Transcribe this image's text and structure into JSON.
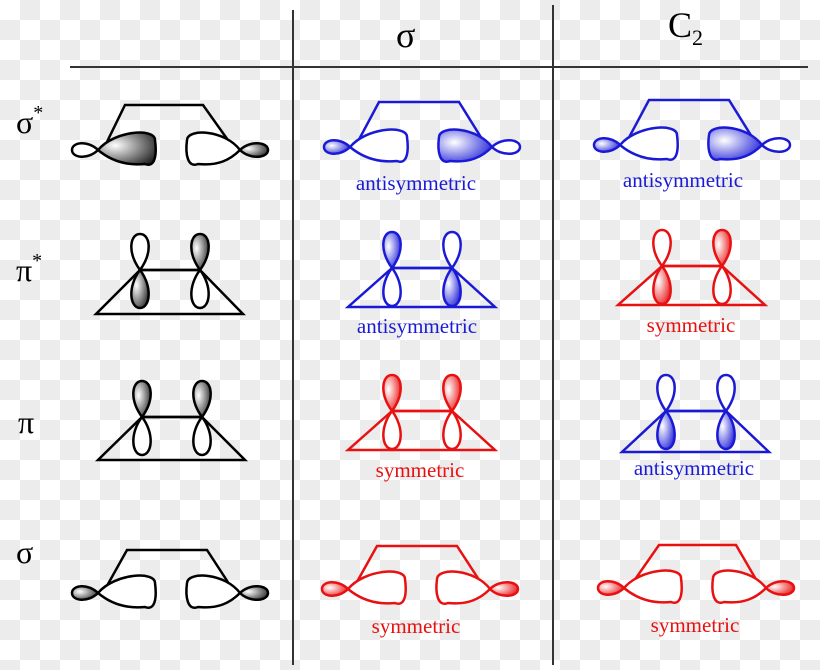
{
  "header": {
    "columns": [
      {
        "label": "σ",
        "id": "sigma-plane"
      },
      {
        "label": "C",
        "subscript": "2",
        "id": "c2-axis"
      }
    ]
  },
  "colors": {
    "symmetric": "#e81010",
    "antisymmetric": "#1a1ad6",
    "neutral": "#000000",
    "checker_light": "#ffffff",
    "checker_dark": "#ececec"
  },
  "rows": [
    {
      "label": "σ",
      "label_sup": "*",
      "type": "sigma-star",
      "sigma_plane": "antisymmetric",
      "c2": "antisymmetric"
    },
    {
      "label": "π",
      "label_sup": "*",
      "type": "pi-star",
      "sigma_plane": "antisymmetric",
      "c2": "symmetric"
    },
    {
      "label": "π",
      "label_sup": "",
      "type": "pi",
      "sigma_plane": "symmetric",
      "c2": "antisymmetric"
    },
    {
      "label": "σ",
      "label_sup": "",
      "type": "sigma",
      "sigma_plane": "symmetric",
      "c2": "symmetric"
    }
  ]
}
